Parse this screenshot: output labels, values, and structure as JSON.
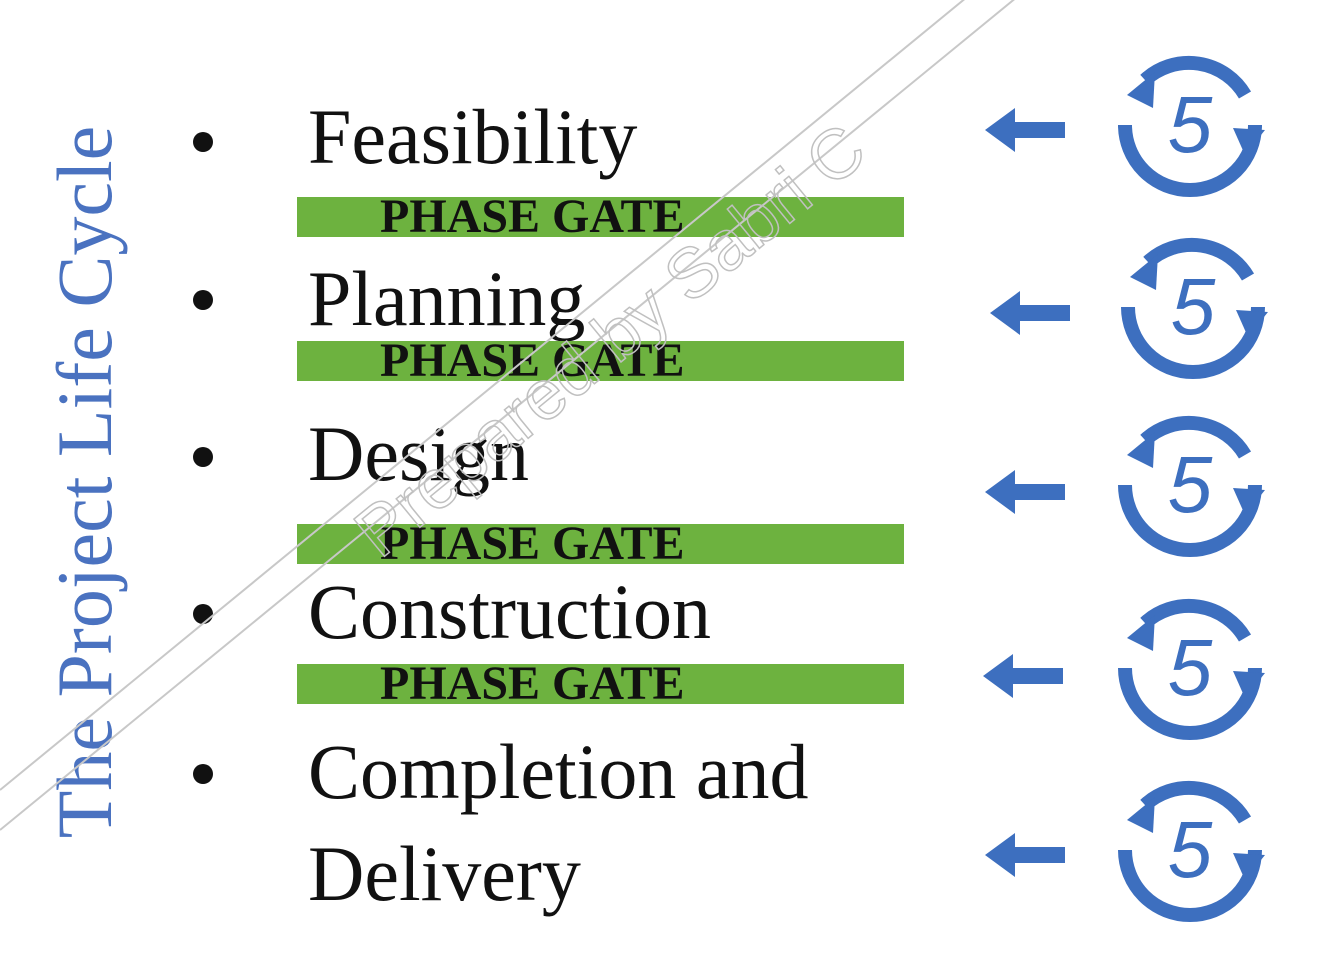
{
  "title": "The Project Life Cycle",
  "phases": [
    {
      "label": "Feasibility"
    },
    {
      "label": "Planning"
    },
    {
      "label": "Design"
    },
    {
      "label": "Construction"
    },
    {
      "label": "Completion and Delivery",
      "lines": [
        "Completion and",
        "Delivery"
      ]
    }
  ],
  "gate_label": "PHASE GATE",
  "cycle_number": "5",
  "watermark_text": "Prepared by Sabri C",
  "colors": {
    "title": "#4a72c0",
    "gate_bar": "#6db23f",
    "icon": "#3d6fbf",
    "text": "#111111"
  },
  "icons": {
    "arrow": "left-arrow-icon",
    "cycle": "cycle-five-icon"
  }
}
